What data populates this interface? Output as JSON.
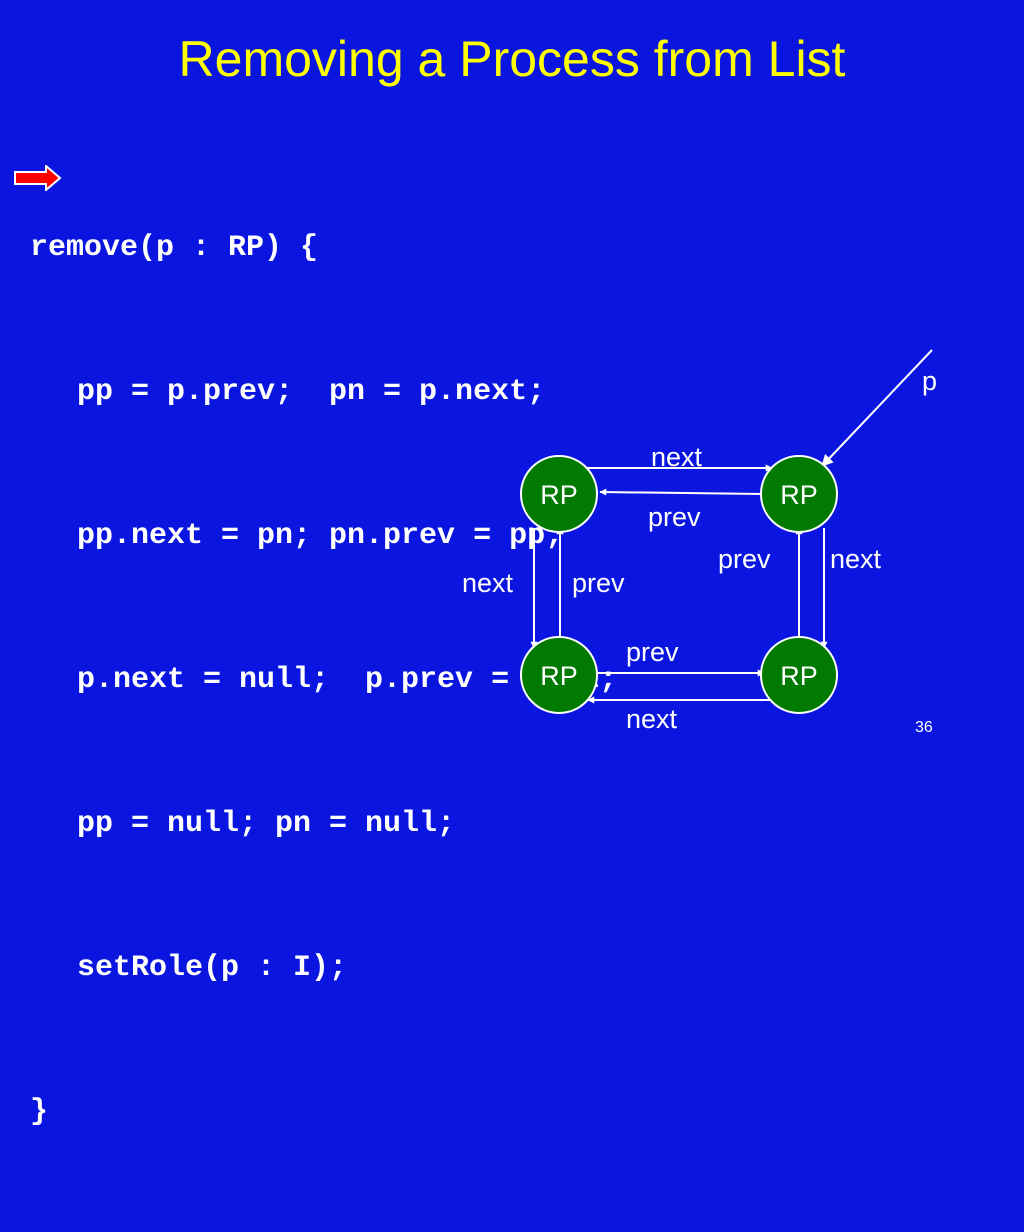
{
  "title": "Removing a Process from List",
  "code": {
    "lines": [
      "remove(p : RP) {",
      "pp = p.prev;  pn = p.next;",
      "pp.next = pn; pn.prev = pp;",
      "p.next = null;  p.prev = null;",
      "pp = null; pn = null;",
      "setRole(p : I);",
      "}"
    ],
    "current_line_indicator": "red-arrow-icon"
  },
  "diagram": {
    "nodes": [
      {
        "id": "top-left",
        "label": "RP"
      },
      {
        "id": "top-right",
        "label": "RP"
      },
      {
        "id": "bottom-left",
        "label": "RP"
      },
      {
        "id": "bottom-right",
        "label": "RP"
      }
    ],
    "pointer_label": "p",
    "edge_labels": {
      "top_next": "next",
      "top_prev": "prev",
      "left_next": "next",
      "left_prev": "prev",
      "right_prev": "prev",
      "right_next": "next",
      "bottom_prev": "prev",
      "bottom_next": "next"
    },
    "colors": {
      "node_fill": "#007a00",
      "node_stroke": "#ffffff",
      "edge": "#ffffff"
    }
  },
  "page_number": "36"
}
